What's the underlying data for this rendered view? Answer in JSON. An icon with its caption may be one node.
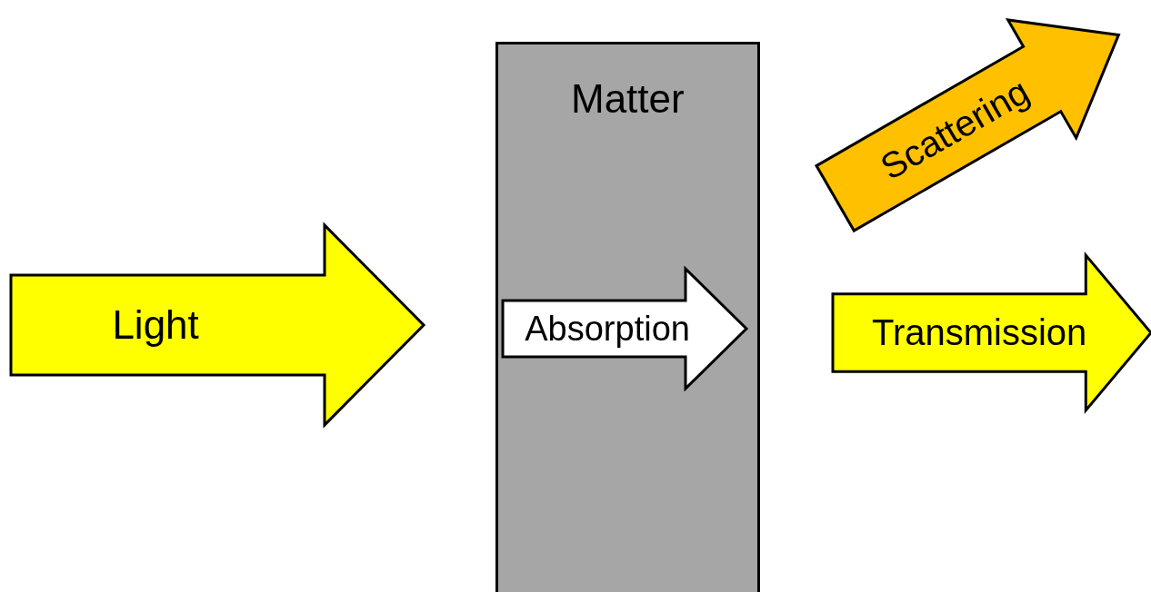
{
  "diagram": {
    "nodes": [
      {
        "text": [
          "Light"
        ]
      },
      {
        "text": [
          "Matter"
        ]
      },
      {
        "text": [
          "Absorption"
        ],
        "in": 1
      },
      {
        "text": [
          "Scattering"
        ]
      },
      {
        "text": [
          "Transmission"
        ]
      }
    ]
  }
}
